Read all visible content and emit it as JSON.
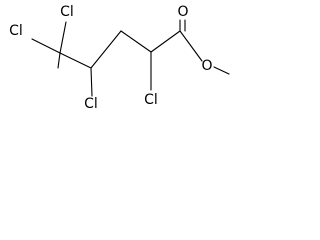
{
  "atoms": {
    "cl_top": "Cl",
    "cl_left": "Cl",
    "cl_c4": "Cl",
    "cl_c2": "Cl",
    "o_carbonyl": "O",
    "o_ester": "O"
  }
}
